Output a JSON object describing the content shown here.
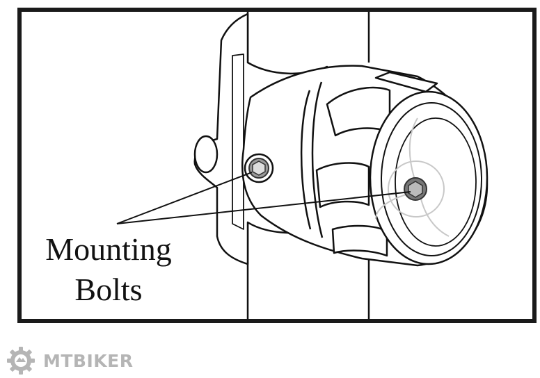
{
  "diagram": {
    "callout": {
      "line1": "Mounting",
      "line2": "Bolts"
    }
  },
  "watermark": {
    "brand": "MTBIKER",
    "color": "#b5b5b5",
    "icon": "gear-logo-icon"
  },
  "colors": {
    "ink": "#111111",
    "frame": "#1a1a1a",
    "light_line": "#c8c8c8"
  }
}
